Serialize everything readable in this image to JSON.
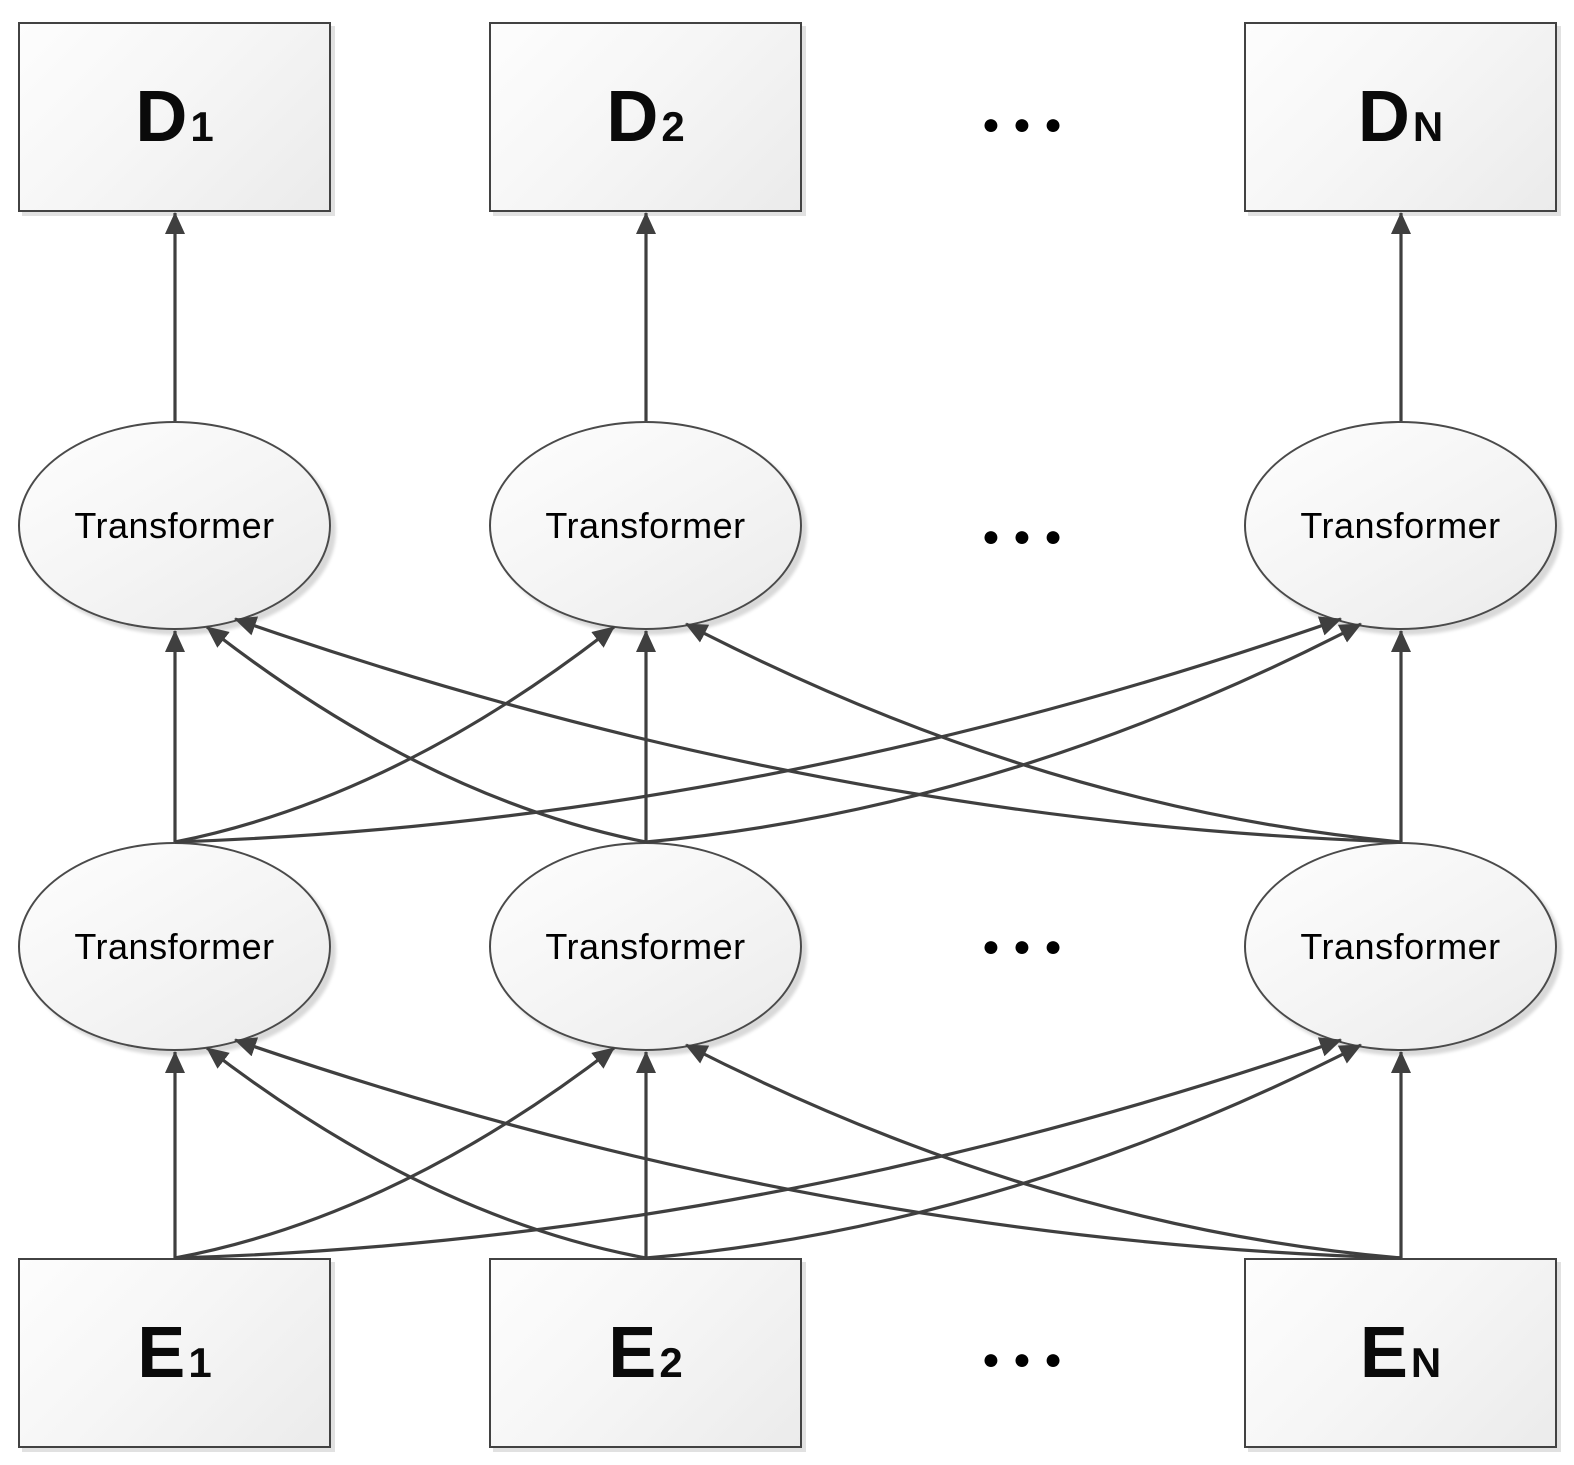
{
  "diagram": {
    "ellipsis": "●●●",
    "nodes": [
      {
        "id": "d1",
        "kind": "box",
        "label": "D",
        "sub": "1"
      },
      {
        "id": "d2",
        "kind": "box",
        "label": "D",
        "sub": "2"
      },
      {
        "id": "dn",
        "kind": "box",
        "label": "D",
        "sub": "N"
      },
      {
        "id": "tu1",
        "kind": "ellipse",
        "label": "Transformer"
      },
      {
        "id": "tu2",
        "kind": "ellipse",
        "label": "Transformer"
      },
      {
        "id": "tun",
        "kind": "ellipse",
        "label": "Transformer"
      },
      {
        "id": "tl1",
        "kind": "ellipse",
        "label": "Transformer"
      },
      {
        "id": "tl2",
        "kind": "ellipse",
        "label": "Transformer"
      },
      {
        "id": "tln",
        "kind": "ellipse",
        "label": "Transformer"
      },
      {
        "id": "e1",
        "kind": "box",
        "label": "E",
        "sub": "1"
      },
      {
        "id": "e2",
        "kind": "box",
        "label": "E",
        "sub": "2"
      },
      {
        "id": "en",
        "kind": "box",
        "label": "E",
        "sub": "N"
      }
    ],
    "edges": [
      {
        "from": "tu1",
        "to": "d1"
      },
      {
        "from": "tu2",
        "to": "d2"
      },
      {
        "from": "tun",
        "to": "dn"
      },
      {
        "from": "tl1",
        "to": "tu1"
      },
      {
        "from": "tl1",
        "to": "tu2"
      },
      {
        "from": "tl1",
        "to": "tun"
      },
      {
        "from": "tl2",
        "to": "tu1"
      },
      {
        "from": "tl2",
        "to": "tu2"
      },
      {
        "from": "tl2",
        "to": "tun"
      },
      {
        "from": "tln",
        "to": "tu1"
      },
      {
        "from": "tln",
        "to": "tu2"
      },
      {
        "from": "tln",
        "to": "tun"
      },
      {
        "from": "e1",
        "to": "tl1"
      },
      {
        "from": "e1",
        "to": "tl2"
      },
      {
        "from": "e1",
        "to": "tln"
      },
      {
        "from": "e2",
        "to": "tl1"
      },
      {
        "from": "e2",
        "to": "tl2"
      },
      {
        "from": "e2",
        "to": "tln"
      },
      {
        "from": "en",
        "to": "tl1"
      },
      {
        "from": "en",
        "to": "tl2"
      },
      {
        "from": "en",
        "to": "tln"
      }
    ],
    "colors": {
      "line": "#3f3f3f",
      "node_border": "#424242",
      "node_fill_light": "#fdfdfd",
      "node_fill_dark": "#ebebeb",
      "background": "#ffffff"
    }
  }
}
